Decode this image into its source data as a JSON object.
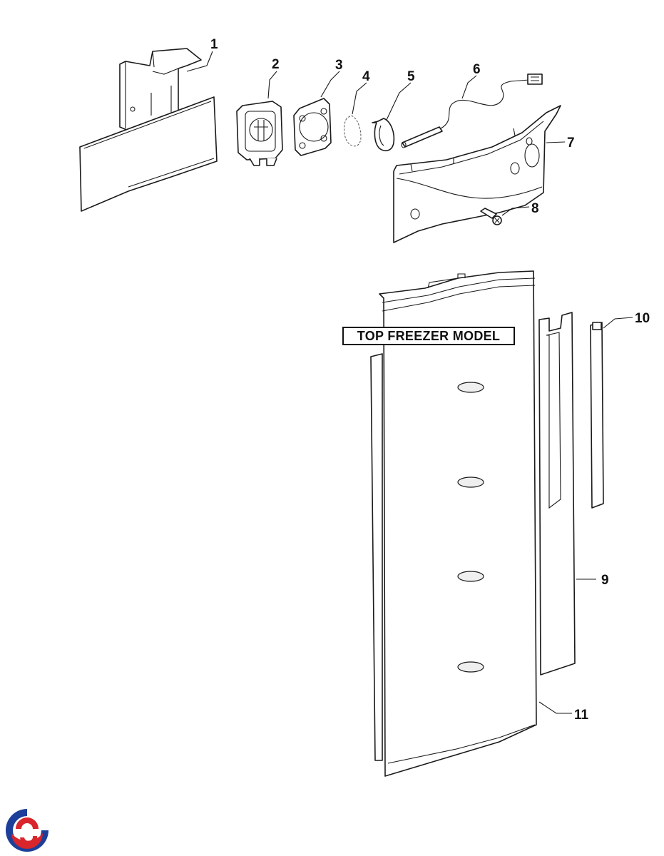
{
  "diagram": {
    "model_label": "TOP FREEZER MODEL",
    "callouts": [
      "1",
      "2",
      "3",
      "4",
      "5",
      "6",
      "7",
      "8",
      "9",
      "10",
      "11"
    ]
  },
  "colors": {
    "line": "#1a1a1a",
    "logo_blue": "#1d3f9a",
    "logo_red": "#d8262c"
  }
}
